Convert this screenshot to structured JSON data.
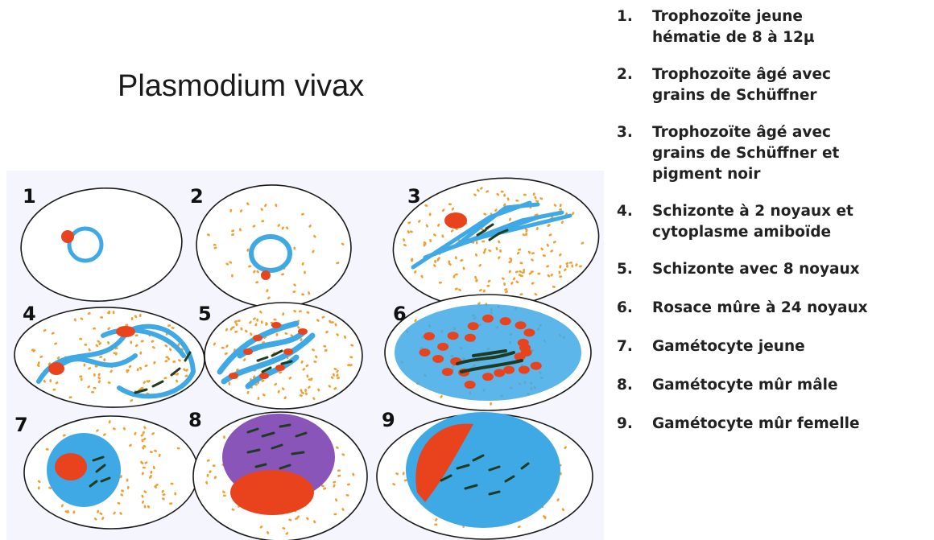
{
  "title": "Plasmodium vivax",
  "legend": [
    {
      "num": "1.",
      "lines": [
        "Trophozoïte jeune",
        "hématie de 8 à 12µ"
      ]
    },
    {
      "num": "2.",
      "lines": [
        "Trophozoïte âgé avec",
        "grains de Schüffner"
      ]
    },
    {
      "num": "3.",
      "lines": [
        "Trophozoïte âgé avec",
        "grains de Schüffner et",
        "pigment noir"
      ]
    },
    {
      "num": "4.",
      "lines": [
        "Schizonte à 2 noyaux et",
        "cytoplasme amiboïde"
      ]
    },
    {
      "num": "5.",
      "lines": [
        "Schizonte avec 8 noyaux"
      ]
    },
    {
      "num": "6.",
      "lines": [
        "Rosace mûre à 24 noyaux"
      ]
    },
    {
      "num": "7.",
      "lines": [
        "Gamétocyte jeune"
      ]
    },
    {
      "num": "8.",
      "lines": [
        "Gamétocyte mûr mâle"
      ]
    },
    {
      "num": "9.",
      "lines": [
        "Gamétocyte mûr femelle"
      ]
    }
  ],
  "cell_numbers": [
    "1",
    "2",
    "3",
    "4",
    "5",
    "6",
    "7",
    "8",
    "9"
  ],
  "colors": {
    "cytoplasm": "#3fa9e6",
    "chromatin": "#e8431c",
    "schuffner": "#f0a030",
    "pigment": "#1f3b22",
    "male_gametocyte": "#8a55b8",
    "membrane": "#1a1a1a"
  }
}
